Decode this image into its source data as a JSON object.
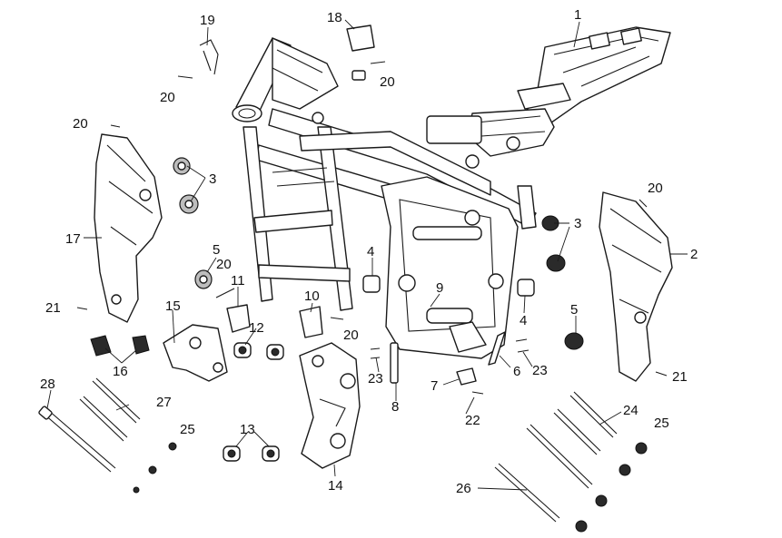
{
  "diagram": {
    "callouts": [
      {
        "id": "c1",
        "text": "1"
      },
      {
        "id": "c2",
        "text": "2"
      },
      {
        "id": "c3a",
        "text": "3"
      },
      {
        "id": "c3b",
        "text": "3"
      },
      {
        "id": "c4a",
        "text": "4"
      },
      {
        "id": "c4b",
        "text": "4"
      },
      {
        "id": "c5a",
        "text": "5"
      },
      {
        "id": "c5b",
        "text": "5"
      },
      {
        "id": "c6",
        "text": "6"
      },
      {
        "id": "c7",
        "text": "7"
      },
      {
        "id": "c8",
        "text": "8"
      },
      {
        "id": "c9",
        "text": "9"
      },
      {
        "id": "c10",
        "text": "10"
      },
      {
        "id": "c11",
        "text": "11"
      },
      {
        "id": "c12",
        "text": "12"
      },
      {
        "id": "c13",
        "text": "13"
      },
      {
        "id": "c14",
        "text": "14"
      },
      {
        "id": "c15",
        "text": "15"
      },
      {
        "id": "c16",
        "text": "16"
      },
      {
        "id": "c17",
        "text": "17"
      },
      {
        "id": "c18",
        "text": "18"
      },
      {
        "id": "c19",
        "text": "19"
      },
      {
        "id": "c20a",
        "text": "20"
      },
      {
        "id": "c20b",
        "text": "20"
      },
      {
        "id": "c20c",
        "text": "20"
      },
      {
        "id": "c20d",
        "text": "20"
      },
      {
        "id": "c20e",
        "text": "20"
      },
      {
        "id": "c20f",
        "text": "20"
      },
      {
        "id": "c21a",
        "text": "21"
      },
      {
        "id": "c21b",
        "text": "21"
      },
      {
        "id": "c22",
        "text": "22"
      },
      {
        "id": "c23a",
        "text": "23"
      },
      {
        "id": "c23b",
        "text": "23"
      },
      {
        "id": "c24",
        "text": "24"
      },
      {
        "id": "c25a",
        "text": "25"
      },
      {
        "id": "c25b",
        "text": "25"
      },
      {
        "id": "c26",
        "text": "26"
      },
      {
        "id": "c27",
        "text": "27"
      },
      {
        "id": "c28",
        "text": "28"
      }
    ]
  }
}
